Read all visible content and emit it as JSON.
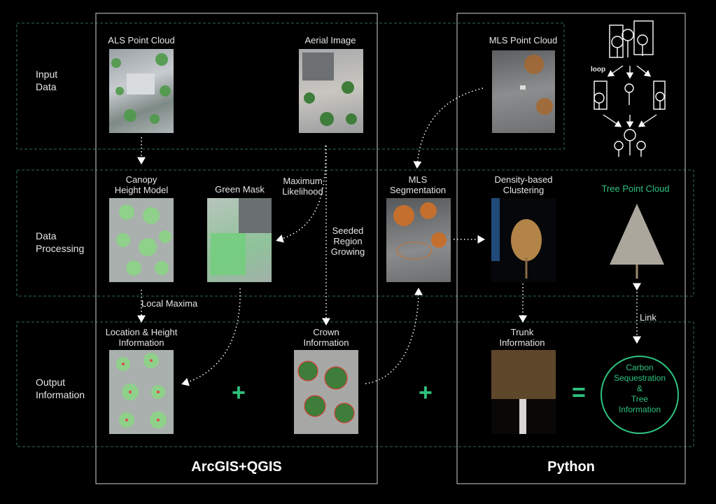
{
  "rows": {
    "input": "Input\nData",
    "processing": "Data\nProcessing",
    "output": "Output\nInformation"
  },
  "labels": {
    "als": "ALS Point Cloud",
    "aerial": "Aerial Image",
    "mls": "MLS Point Cloud",
    "chm": "Canopy\nHeight Model",
    "green_mask": "Green Mask",
    "max_likelihood": "Maximum\nLikelihood",
    "mls_seg": "MLS\nSegmentation",
    "density": "Density-based\nClustering",
    "tree_pc": "Tree Point Cloud",
    "seeded": "Seeded\nRegion\nGrowing",
    "local_max": "Local Maxima",
    "loc_height": "Location & Height\nInformation",
    "crown": "Crown\nInformation",
    "trunk": "Trunk\nInformation",
    "link": "Link",
    "loop": "loop",
    "carbon": "Carbon\nSequestration\n&\nTree\nInformation"
  },
  "operators": {
    "plus1": "+",
    "plus2": "+",
    "equals": "="
  },
  "footers": {
    "arcgis": "ArcGIS+QGIS",
    "python": "Python"
  },
  "colors": {
    "accent_green": "#2ec27e",
    "dashed_border": "#2f6d55",
    "panel_border": "#cfcfcf"
  }
}
